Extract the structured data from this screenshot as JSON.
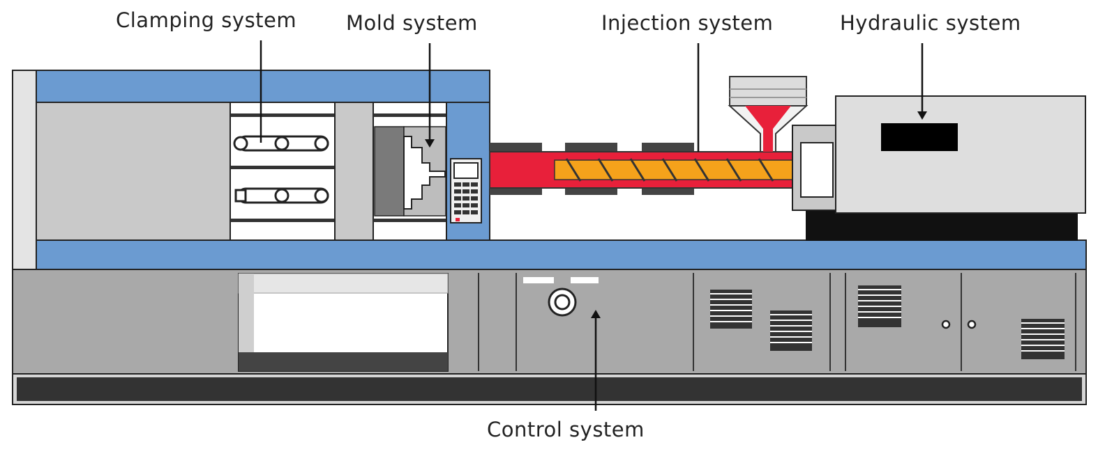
{
  "diagram": {
    "labels": {
      "clamping": "Clamping system",
      "mold": "Mold system",
      "injection": "Injection system",
      "hydraulic": "Hydraulic system",
      "control": "Control system"
    },
    "colors": {
      "frame_blue": "#6b9bd1",
      "panel_gray": "#c9c9c9",
      "base_gray": "#a9a9a9",
      "barrel_red": "#e8203a",
      "screw_orange": "#f5a21b",
      "black": "#111111"
    }
  }
}
